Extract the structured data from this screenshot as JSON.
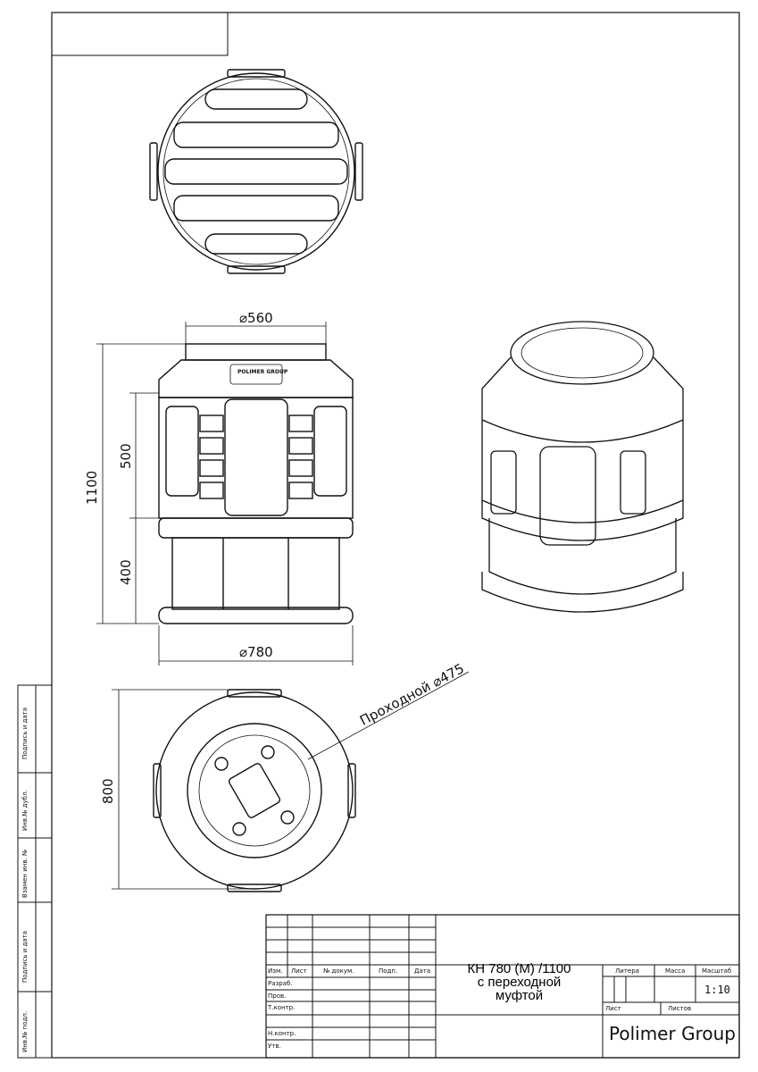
{
  "dimensions": {
    "top_diameter": "⌀560",
    "bottom_diameter": "⌀780",
    "total_height": "1100",
    "middle_height": "500",
    "lower_height": "400",
    "plan_size": "800",
    "passage": "Проходной ⌀475"
  },
  "logo_text": "POLIMER GROUP",
  "side_stamp": [
    "Подпись и дата",
    "Инв.№ дубл.",
    "Взамен инв. №",
    "Подпись и дата",
    "Инв.№ подл."
  ],
  "title_block": {
    "headers": [
      "Изм.",
      "Лист",
      "№ докум.",
      "Подп.",
      "Дата"
    ],
    "rows": [
      "Разраб.",
      "Пров.",
      "Т.контр.",
      "",
      "Н.контр.",
      "Утв."
    ],
    "title_lines": [
      "КН 780 (М) /1100",
      "с переходной",
      "муфтой"
    ],
    "litera": "Литера",
    "mass": "Масса",
    "scale_label": "Масштаб",
    "scale": "1:10",
    "sheet": "Лист",
    "sheets": "Листов",
    "company": "Polimer Group"
  }
}
